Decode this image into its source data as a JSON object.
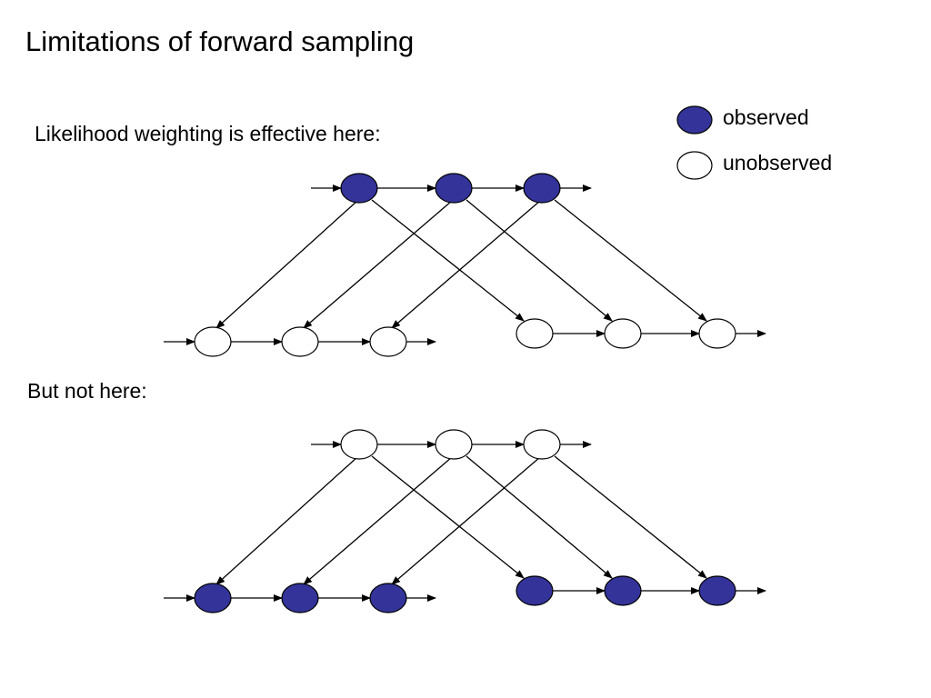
{
  "slide": {
    "title": "Limitations of forward sampling"
  },
  "legend": {
    "observed_label": "observed",
    "unobserved_label": "unobserved"
  },
  "colors": {
    "observed_fill": "#333399",
    "unobserved_fill": "#ffffff",
    "stroke": "#000000"
  },
  "diagrams": [
    {
      "caption": "Likelihood weighting is effective here:",
      "top_row_observed": true,
      "bottom_row_observed": false
    },
    {
      "caption": "But not here:",
      "top_row_observed": false,
      "bottom_row_observed": true
    }
  ]
}
